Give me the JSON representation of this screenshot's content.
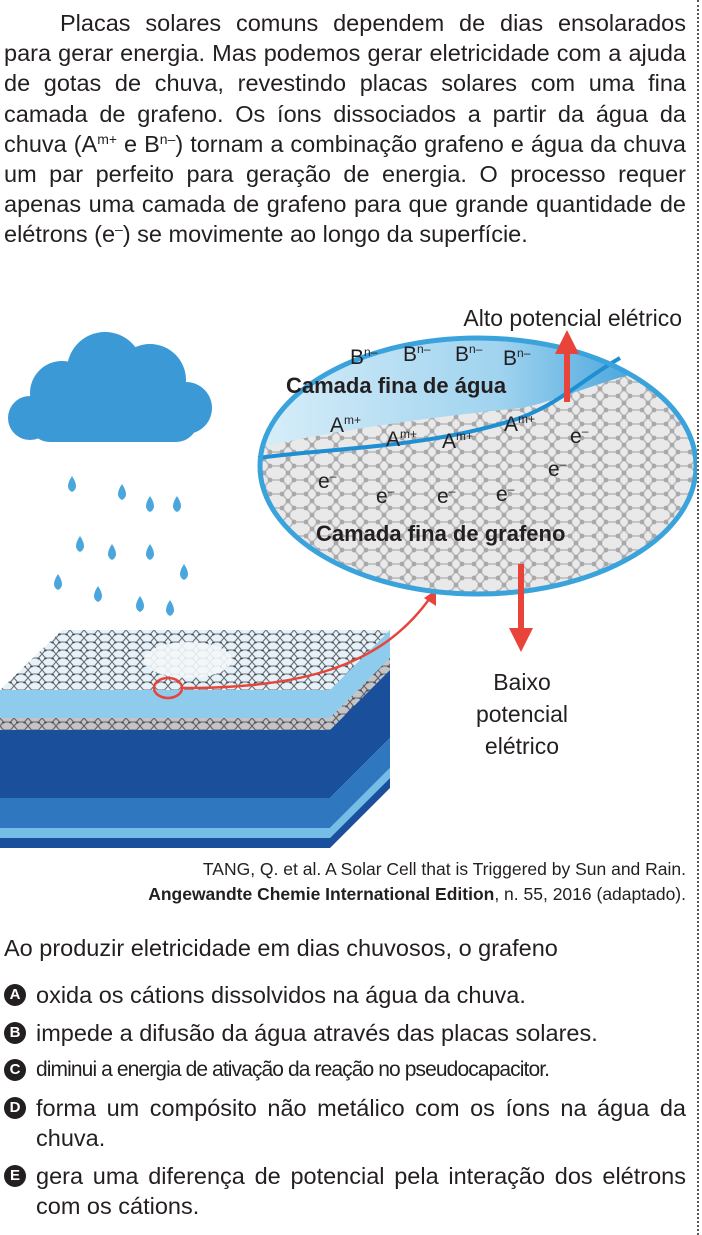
{
  "passage": {
    "p1": "Placas solares comuns dependem de dias ensolarados para gerar energia. Mas podemos gerar eletricidade com a ajuda de gotas de chuva, revestindo placas solares com uma fina camada de grafeno. Os íons dissociados a partir da água da chuva (A",
    "sup_a": "m+",
    "p2": " e B",
    "sup_b": "n–",
    "p3": ") tornam a combinação grafeno e água da chuva um par perfeito para geração de energia. O processo requer apenas uma camada de grafeno para que grande quantidade de elétrons (e",
    "sup_e": "–",
    "p4": ") se movimente ao longo da superfície."
  },
  "figure": {
    "high_potential": "Alto potencial elétrico",
    "water_layer": "Camada fina de água",
    "graphene_layer": "Camada fina de grafeno",
    "low_potential": [
      "Baixo",
      "potencial",
      "elétrico"
    ],
    "anion_base": "B",
    "anion_sup": "n–",
    "cation_base": "A",
    "cation_sup": "m+",
    "electron_base": "e",
    "electron_sup": "–",
    "colors": {
      "water": "#3aa3dc",
      "water_light": "#bfe3f5",
      "graphene_bg": "#e9e9ea",
      "arrow": "#e8443a",
      "cloud": "#3b9ad6",
      "panel_dark": "#1a4f9c",
      "panel_light": "#74bde6"
    }
  },
  "citation": {
    "line1": "TANG, Q. et al. A Solar Cell that is Triggered by Sun and Rain.",
    "journal": "Angewandte Chemie International Edition",
    "rest": ", n. 55, 2016 (adaptado)."
  },
  "question": "Ao produzir eletricidade em dias chuvosos, o grafeno",
  "options": [
    {
      "letter": "A",
      "text": "oxida os cátions dissolvidos na água da chuva."
    },
    {
      "letter": "B",
      "text": "impede a difusão da água através das placas solares."
    },
    {
      "letter": "C",
      "text": "diminui a energia de ativação da reação no pseudocapacitor."
    },
    {
      "letter": "D",
      "text": "forma um compósito não metálico com os íons na água da chuva."
    },
    {
      "letter": "E",
      "text": "gera uma diferença de potencial pela interação dos elétrons com os cátions."
    }
  ]
}
